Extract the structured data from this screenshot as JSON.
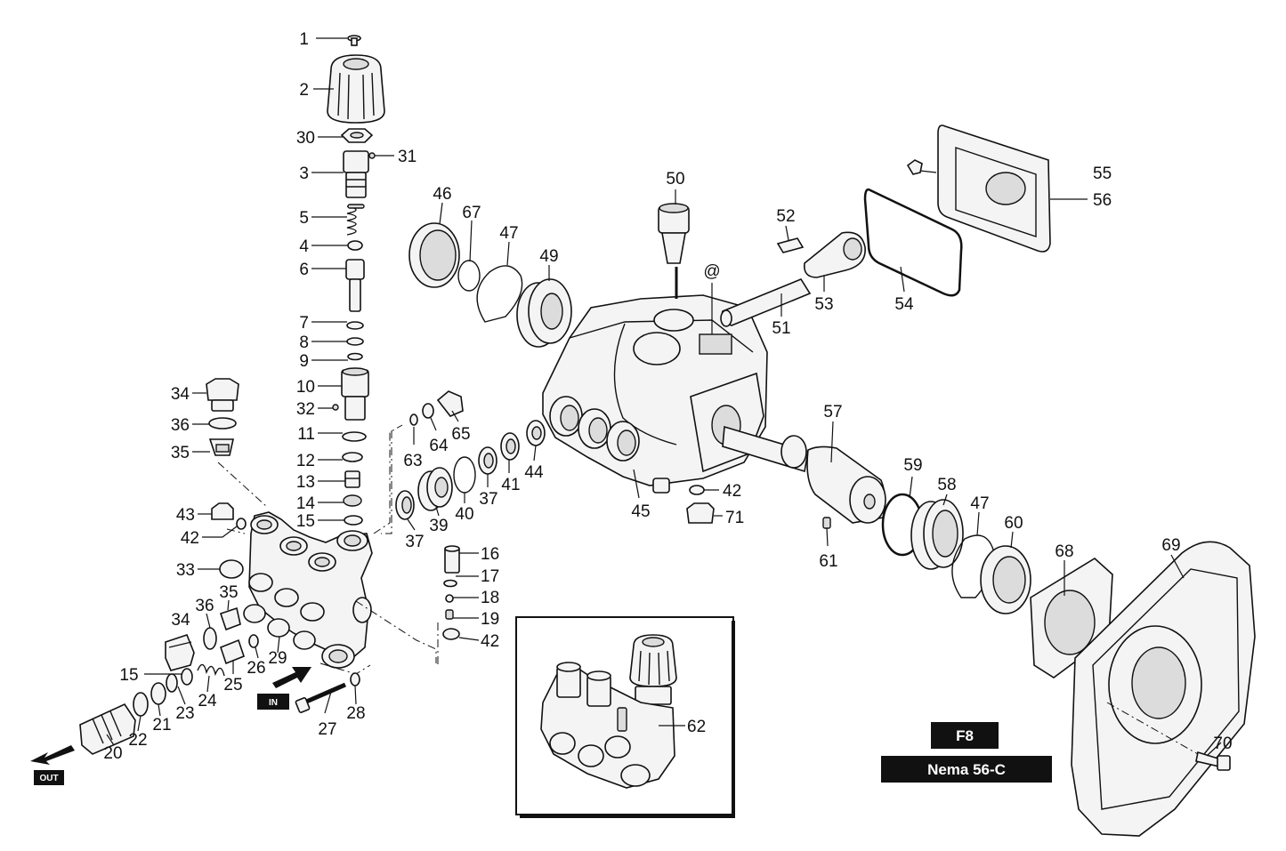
{
  "badges": {
    "model": "F8",
    "motor": "Nema 56-C",
    "inlet": "IN",
    "outlet": "OUT",
    "at_mark": "@"
  },
  "callouts": {
    "c1": "1",
    "c2": "2",
    "c3": "3",
    "c4": "4",
    "c5": "5",
    "c6": "6",
    "c7": "7",
    "c8": "8",
    "c9": "9",
    "c10": "10",
    "c11": "11",
    "c12": "12",
    "c13": "13",
    "c14": "14",
    "c15a": "15",
    "c15b": "15",
    "c16": "16",
    "c17": "17",
    "c18": "18",
    "c19": "19",
    "c20": "20",
    "c21": "21",
    "c22": "22",
    "c23": "23",
    "c24": "24",
    "c25": "25",
    "c26": "26",
    "c27": "27",
    "c28": "28",
    "c29": "29",
    "c30": "30",
    "c31": "31",
    "c32": "32",
    "c33": "33",
    "c34a": "34",
    "c34b": "34",
    "c35a": "35",
    "c35b": "35",
    "c36a": "36",
    "c36b": "36",
    "c37a": "37",
    "c37b": "37",
    "c39": "39",
    "c40": "40",
    "c41": "41",
    "c42a": "42",
    "c42b": "42",
    "c42c": "42",
    "c43": "43",
    "c44": "44",
    "c45": "45",
    "c46": "46",
    "c47a": "47",
    "c47b": "47",
    "c49": "49",
    "c50": "50",
    "c51": "51",
    "c52": "52",
    "c53": "53",
    "c54": "54",
    "c55": "55",
    "c56": "56",
    "c57": "57",
    "c58": "58",
    "c59": "59",
    "c60": "60",
    "c61": "61",
    "c62": "62",
    "c63": "63",
    "c64": "64",
    "c65": "65",
    "c67": "67",
    "c68": "68",
    "c69": "69",
    "c70": "70",
    "c71": "71"
  }
}
